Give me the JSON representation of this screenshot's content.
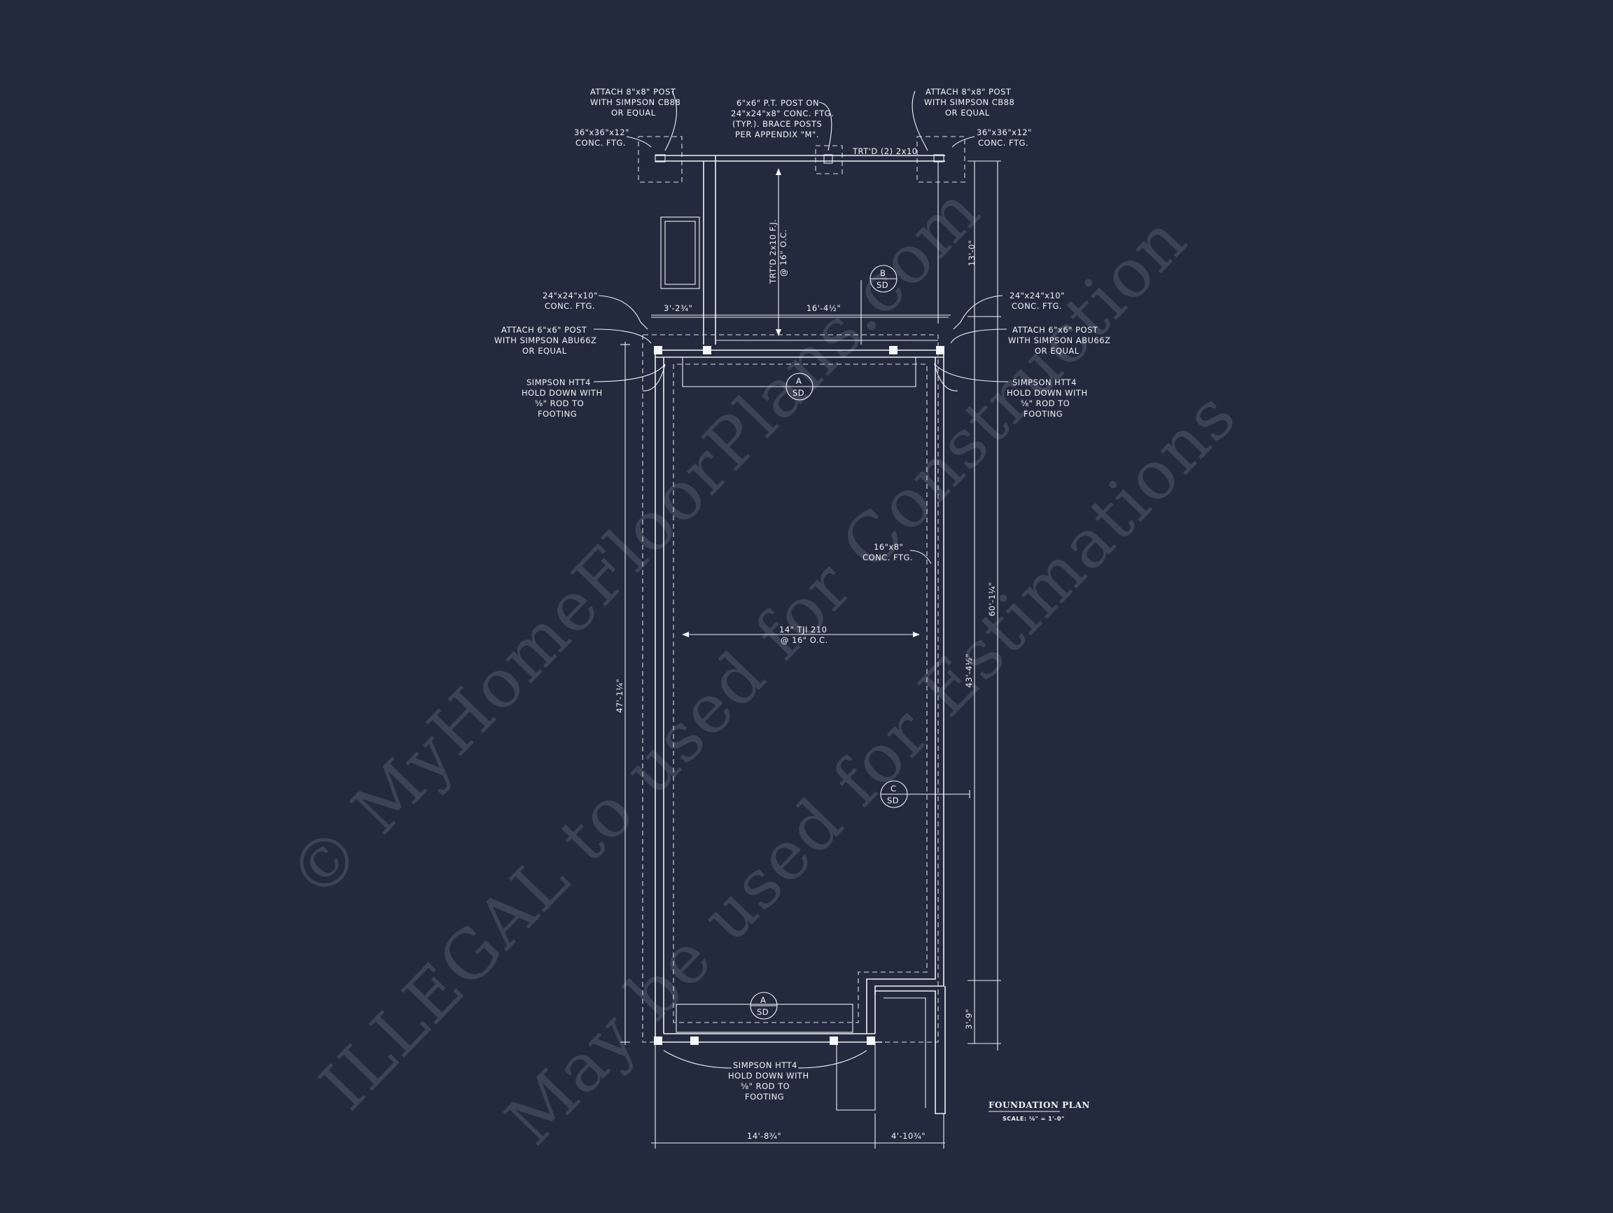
{
  "watermark": {
    "line1": "© MyHomeFloorPlans.com",
    "line2": "ILLEGAL to used for Construction",
    "line3": "May be used for Estimations"
  },
  "notes": {
    "nw_post": [
      "ATTACH 8\"x8\" POST",
      "WITH SIMPSON CB88",
      "OR EQUAL"
    ],
    "ne_post": [
      "ATTACH 8\"x8\" POST",
      "WITH SIMPSON CB88",
      "OR EQUAL"
    ],
    "center_post": [
      "6\"x6\" P.T. POST ON",
      "24\"x24\"x8\" CONC. FTG.",
      "(TYP.). BRACE POSTS",
      "PER APPENDIX \"M\"."
    ],
    "nw_ftg": [
      "36\"x36\"x12\"",
      "CONC. FTG."
    ],
    "ne_ftg": [
      "36\"x36\"x12\"",
      "CONC. FTG."
    ],
    "beam": "TRT'D (2) 2x10",
    "joist_deck": [
      "TRT'D 2x10 F.J.",
      "@ 16\" O.C."
    ],
    "w_ftg24": [
      "24\"x24\"x10\"",
      "CONC. FTG."
    ],
    "e_ftg24": [
      "24\"x24\"x10\"",
      "CONC. FTG."
    ],
    "w_abu": [
      "ATTACH 6\"x6\" POST",
      "WITH SIMPSON ABU66Z",
      "OR EQUAL"
    ],
    "e_abu": [
      "ATTACH 6\"x6\" POST",
      "WITH SIMPSON ABU66Z",
      "OR EQUAL"
    ],
    "w_htt": [
      "SIMPSON HTT4",
      "HOLD DOWN WITH",
      "⅝\" ROD TO",
      "FOOTING"
    ],
    "e_htt": [
      "SIMPSON HTT4",
      "HOLD DOWN WITH",
      "⅝\" ROD TO",
      "FOOTING"
    ],
    "bottom_htt": [
      "SIMPSON HTT4",
      "HOLD DOWN WITH",
      "⅝\" ROD TO",
      "FOOTING"
    ],
    "ftg16": [
      "16\"x8\"",
      "CONC. FTG."
    ],
    "tji": [
      "14\" TJI 210",
      "@ 16\" O.C."
    ]
  },
  "dims": {
    "d_3_2": "3'-2¾\"",
    "d_16_4": "16'-4½\"",
    "d_13_0": "13'-0\"",
    "d_60_1": "60'-1¼\"",
    "d_43_4": "43'-4½\"",
    "d_47_1": "47'-1¼\"",
    "d_3_9": "3'-9\"",
    "d_14_8": "14'-8¾\"",
    "d_4_10": "4'-10¾\""
  },
  "sections": {
    "b": {
      "letter": "B",
      "sheet": "SD"
    },
    "a_top": {
      "letter": "A",
      "sheet": "SD"
    },
    "c": {
      "letter": "C",
      "sheet": "SD"
    },
    "a_bottom": {
      "letter": "A",
      "sheet": "SD"
    }
  },
  "title": {
    "name": "FOUNDATION PLAN",
    "scale": "SCALE: ⅛\" = 1'-0\""
  }
}
